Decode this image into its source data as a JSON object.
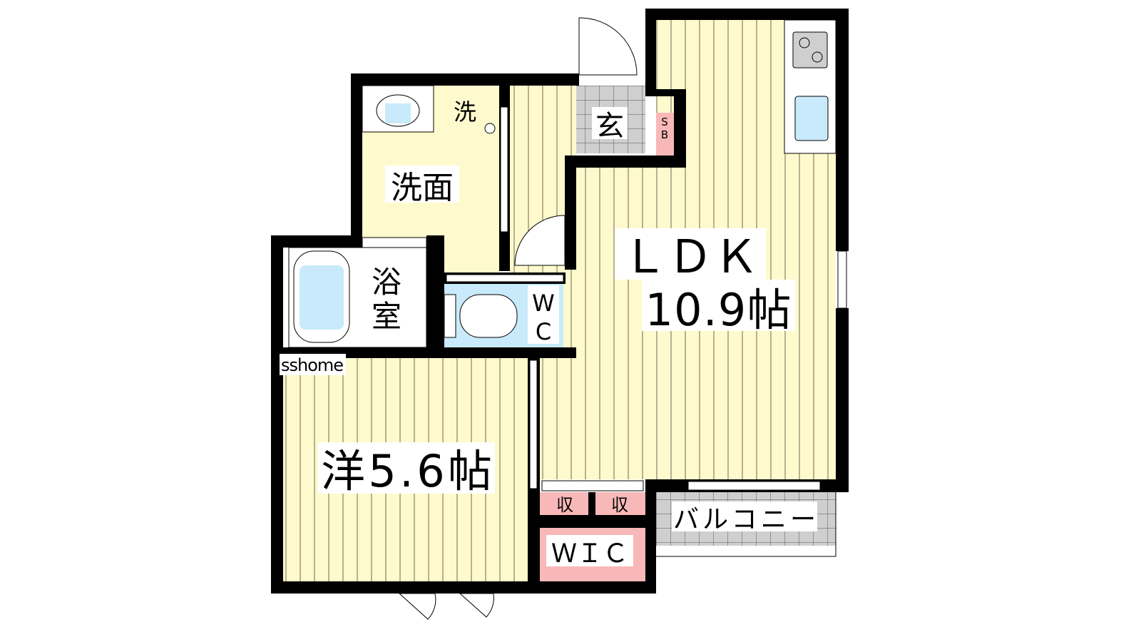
{
  "floorplan": {
    "rooms": {
      "ldk": {
        "name": "ＬＤＫ",
        "size": "10.9帖"
      },
      "western": {
        "name": "洋5.6帖"
      },
      "washroom": {
        "name": "洗面"
      },
      "washer": {
        "name": "洗"
      },
      "bath": {
        "name_line1": "浴",
        "name_line2": "室"
      },
      "wc": {
        "line1": "W",
        "line2": "C"
      },
      "entrance": {
        "name": "玄"
      },
      "shoebox": {
        "line1": "S",
        "line2": "B"
      },
      "storage_1": {
        "name": "収"
      },
      "storage_2": {
        "name": "収"
      },
      "wic": {
        "name": "ＷＩＣ"
      },
      "balcony": {
        "name": "バルコニー"
      }
    },
    "watermark": "sshome",
    "colors": {
      "floor": "#fffacd",
      "wet": "#c8eafa",
      "storage": "#f9b8b8",
      "tile": "#d0d0d0",
      "wall": "#000000"
    }
  }
}
